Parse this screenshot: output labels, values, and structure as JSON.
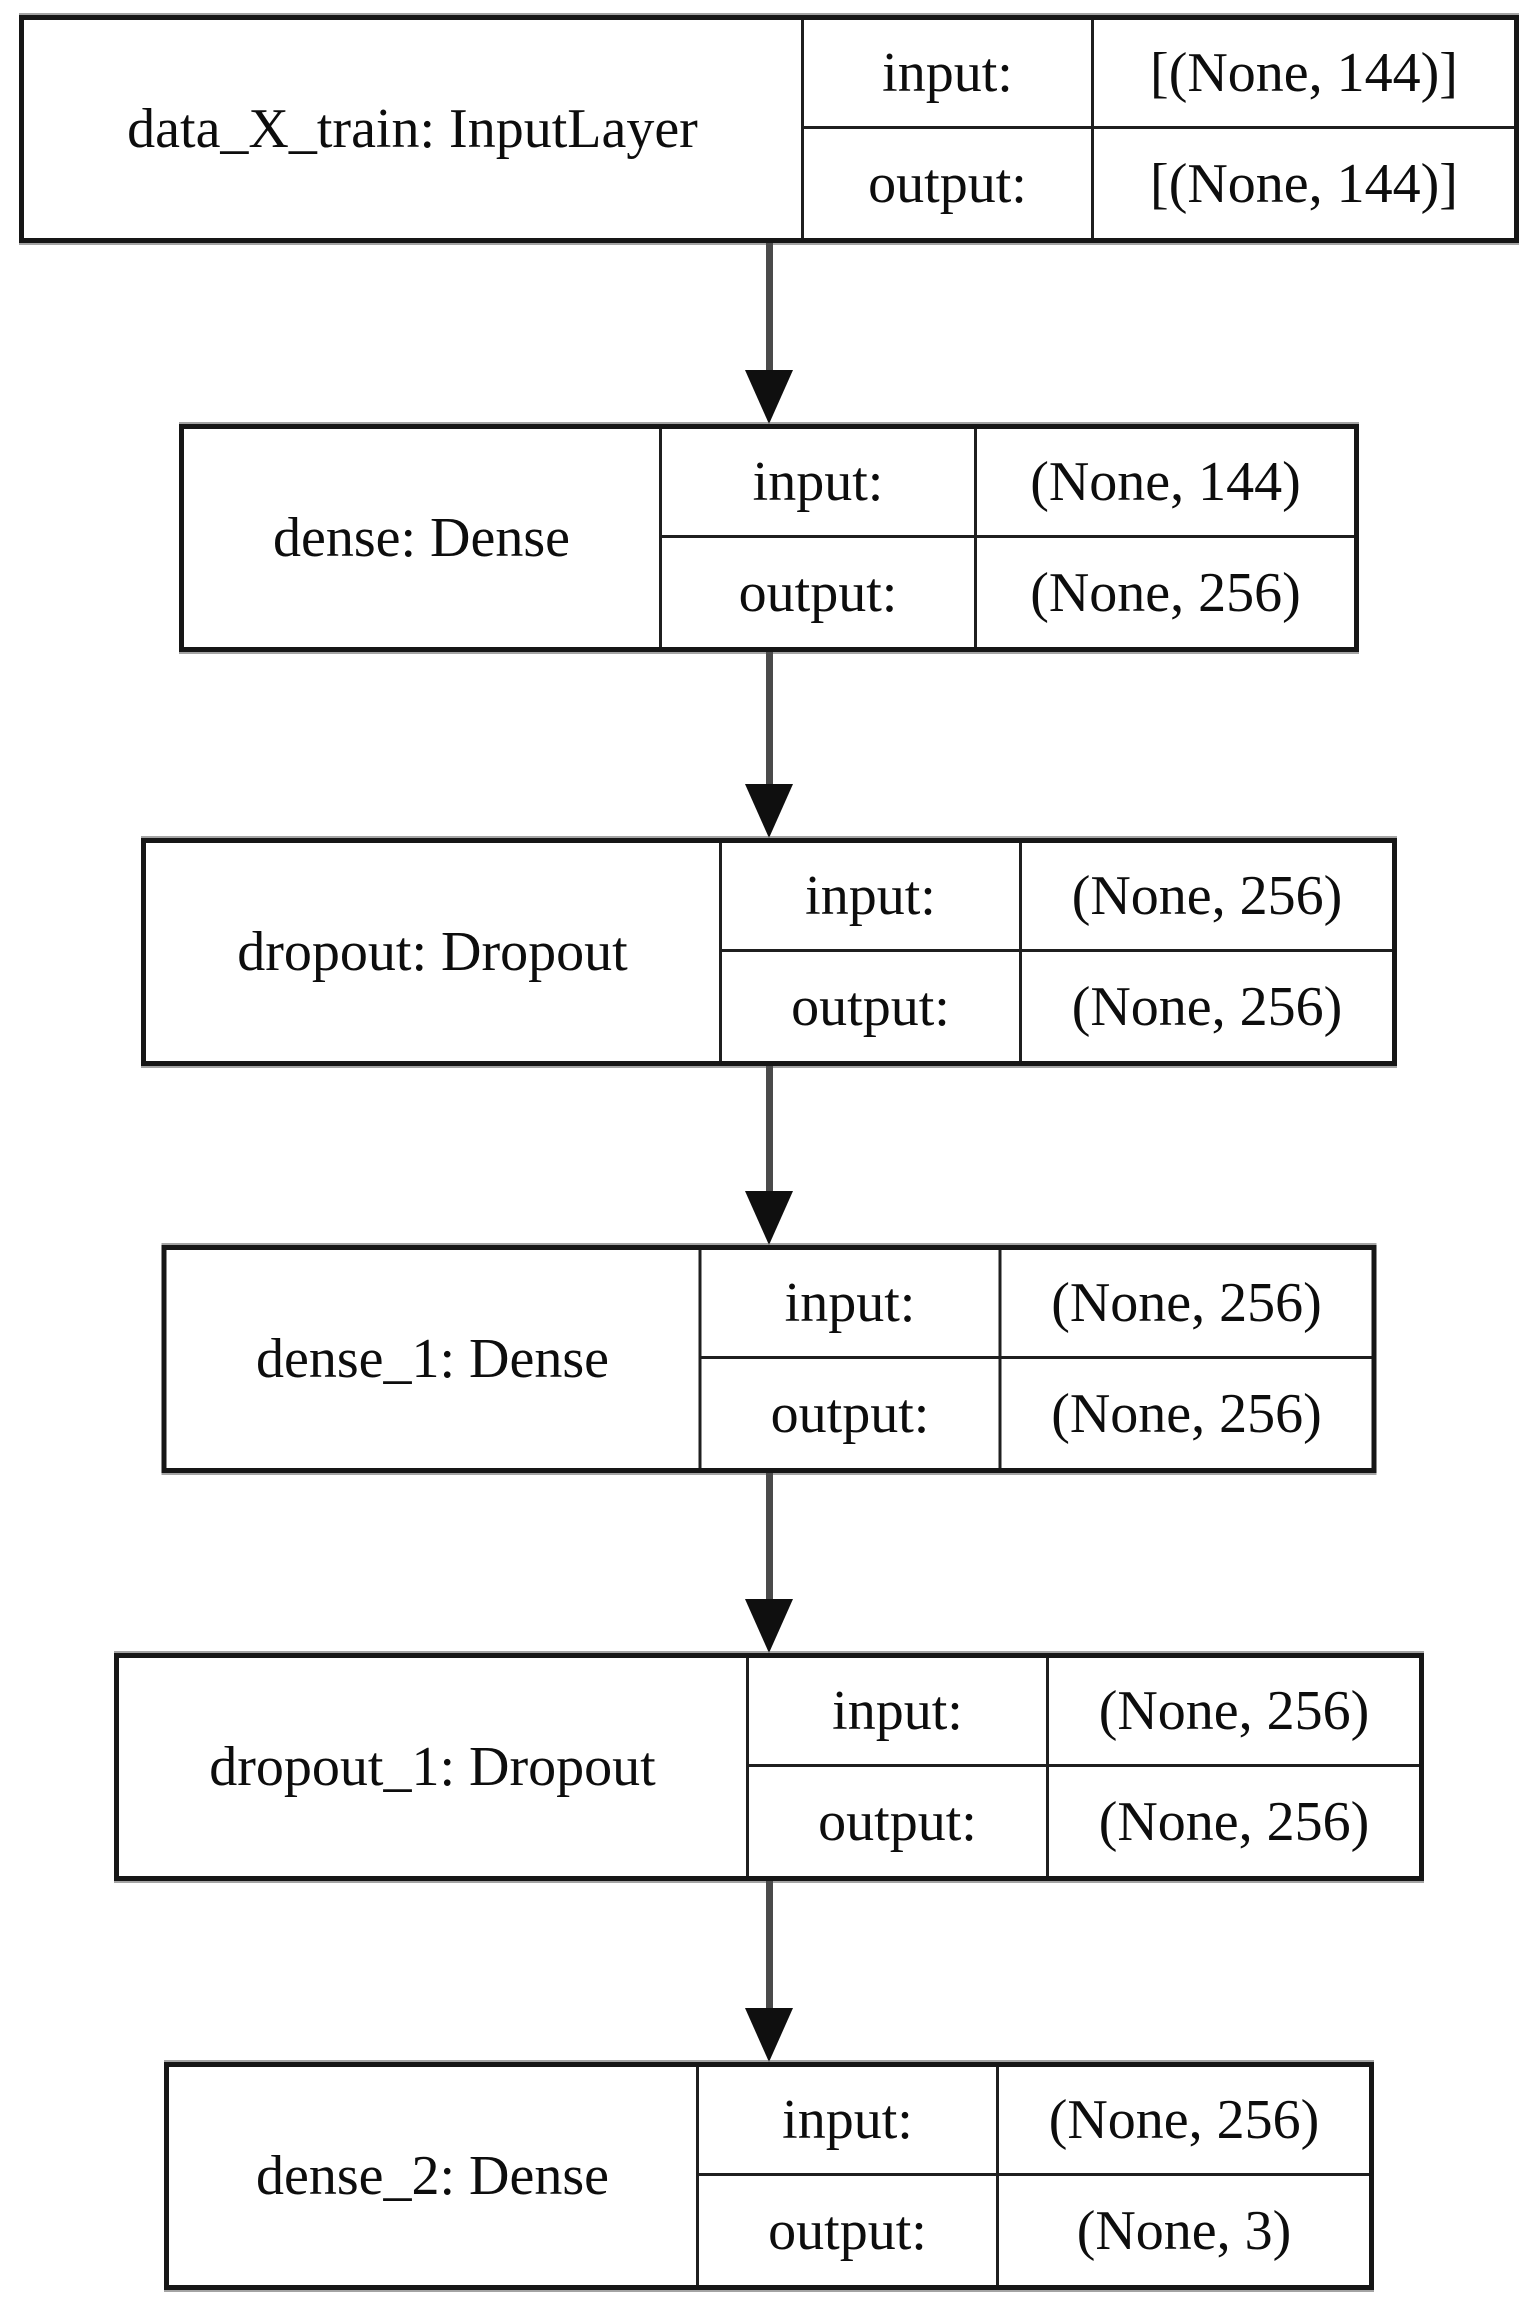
{
  "diagram": {
    "type": "neural-network-layer-graph",
    "labels": {
      "input": "input:",
      "output": "output:"
    },
    "nodes": [
      {
        "title": "data_X_train: InputLayer",
        "input_shape": "[(None, 144)]",
        "output_shape": "[(None, 144)]"
      },
      {
        "title": "dense: Dense",
        "input_shape": "(None, 144)",
        "output_shape": "(None, 256)"
      },
      {
        "title": "dropout: Dropout",
        "input_shape": "(None, 256)",
        "output_shape": "(None, 256)"
      },
      {
        "title": "dense_1: Dense",
        "input_shape": "(None, 256)",
        "output_shape": "(None, 256)"
      },
      {
        "title": "dropout_1: Dropout",
        "input_shape": "(None, 256)",
        "output_shape": "(None, 256)"
      },
      {
        "title": "dense_2: Dense",
        "input_shape": "(None, 256)",
        "output_shape": "(None, 3)"
      }
    ],
    "edges": [
      {
        "from": "data_X_train",
        "to": "dense"
      },
      {
        "from": "dense",
        "to": "dropout"
      },
      {
        "from": "dropout",
        "to": "dense_1"
      },
      {
        "from": "dense_1",
        "to": "dropout_1"
      },
      {
        "from": "dropout_1",
        "to": "dense_2"
      }
    ],
    "colors": {
      "background": "#ffffff",
      "border": "#161616",
      "text": "#0d0d0d",
      "edge_line": "#4a4a4a",
      "arrowhead": "#0f0f0f"
    }
  }
}
